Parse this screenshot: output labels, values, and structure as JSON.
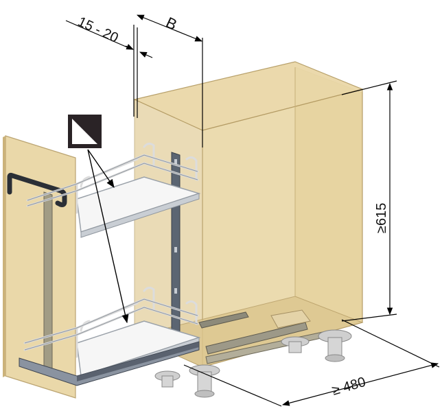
{
  "dimensions": {
    "front_gap": "15 - 20",
    "width_label": "B",
    "height_label": "≥615",
    "depth_label": "≥ 480"
  },
  "colors": {
    "cabinet_fill": "#e9d8a6",
    "cabinet_edge": "#b79f6a",
    "wire": "#d9d9d9",
    "metal_dark": "#4a5563",
    "shelf": "#f4f4f4",
    "legend_box": "#2a2326"
  },
  "icons": {
    "shelf_marker": "triangle-legend-icon"
  }
}
